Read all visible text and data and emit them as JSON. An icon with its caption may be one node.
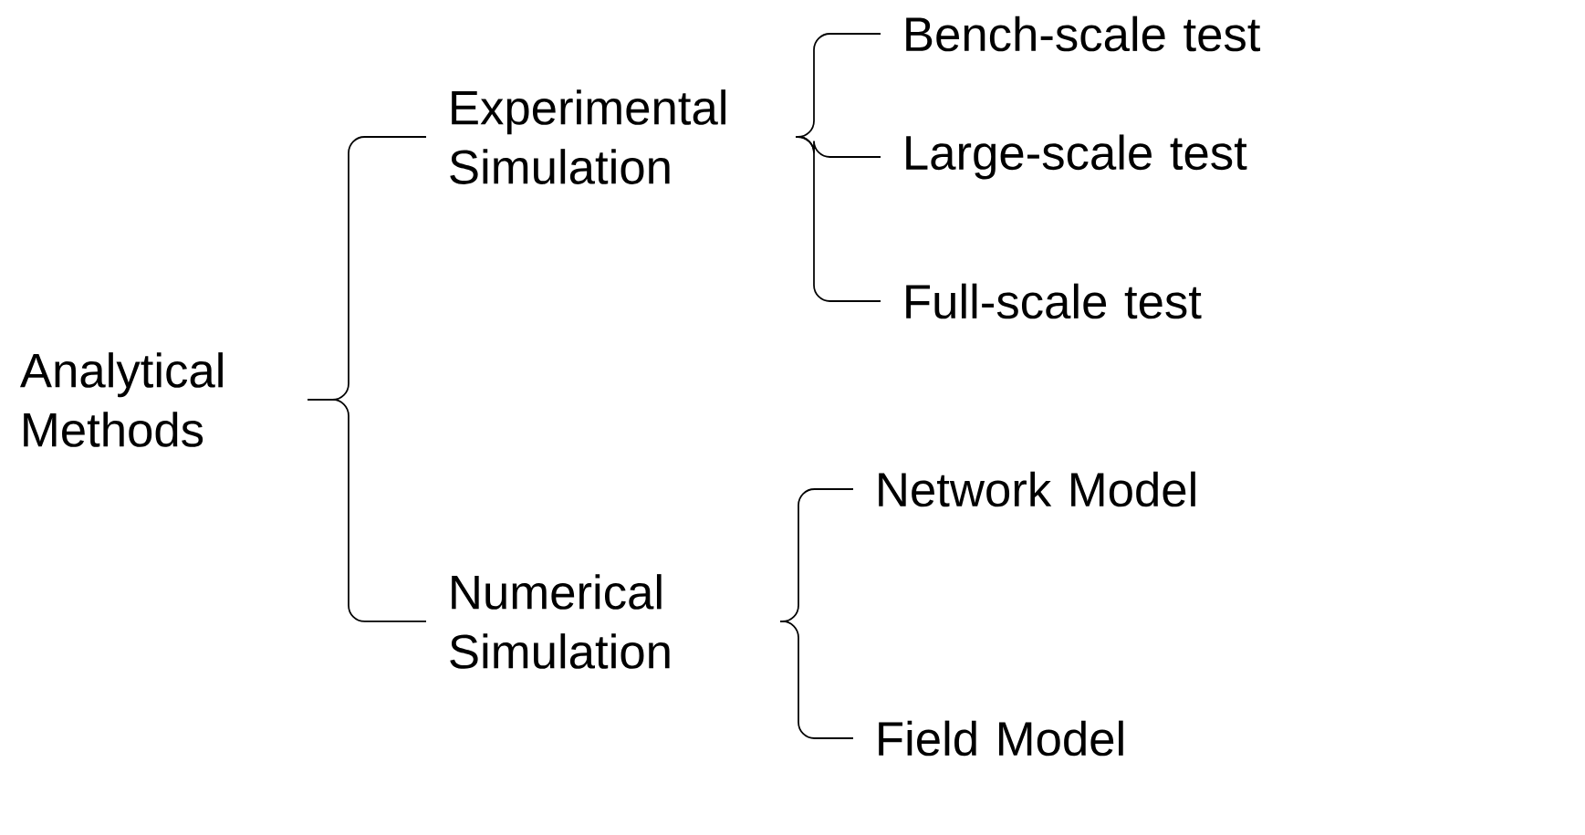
{
  "diagram": {
    "nodes": [
      {
        "text": [
          "Analytical Methods"
        ]
      },
      {
        "text": [
          "Experimental Simulation"
        ]
      },
      {
        "text": [
          "Numerical Simulation"
        ]
      },
      {
        "text": [
          "Bench-scale test"
        ]
      },
      {
        "text": [
          "Large-scale test"
        ]
      },
      {
        "text": [
          "Full-scale test"
        ]
      },
      {
        "text": [
          "Network Model"
        ]
      },
      {
        "text": [
          "Field Model"
        ]
      }
    ],
    "edges": [
      {
        "from": 0,
        "to": 1,
        "arrow": "none"
      },
      {
        "from": 0,
        "to": 2,
        "arrow": "none"
      },
      {
        "from": 1,
        "to": 3,
        "arrow": "none"
      },
      {
        "from": 1,
        "to": 4,
        "arrow": "none"
      },
      {
        "from": 1,
        "to": 5,
        "arrow": "none"
      },
      {
        "from": 2,
        "to": 6,
        "arrow": "none"
      },
      {
        "from": 2,
        "to": 7,
        "arrow": "none"
      }
    ]
  }
}
